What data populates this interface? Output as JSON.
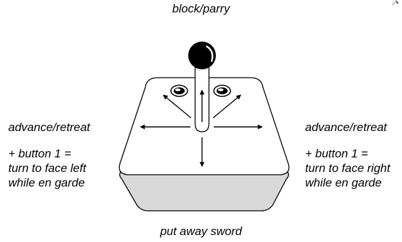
{
  "labels": {
    "up": "block/parry",
    "down": "put away sword",
    "left": {
      "action": "advance/retreat",
      "modifier": [
        "+ button 1 =",
        "turn to face left",
        "while en garde"
      ]
    },
    "right": {
      "action": "advance/retreat",
      "modifier": [
        "+ button 1 =",
        "turn to face right",
        "while en garde"
      ]
    }
  },
  "colors": {
    "outline": "#000000",
    "base_side": "#d9d9d9",
    "top_face": "#ffffff",
    "knob": "#000000"
  },
  "icons": {
    "corner": "cursor-mark-icon"
  }
}
